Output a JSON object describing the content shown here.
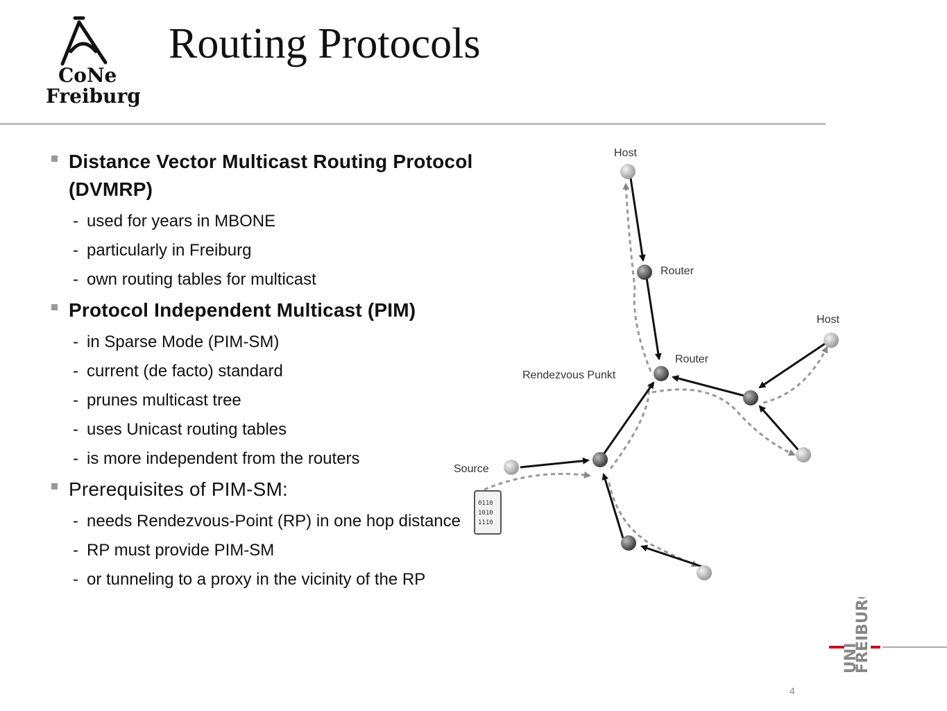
{
  "logo": {
    "line1": "CoNe",
    "line2": "Freiburg"
  },
  "slide": {
    "title": "Routing Protocols",
    "page_number": "4"
  },
  "bullets": [
    {
      "text": "Distance Vector Multicast Routing Protocol (DVMRP)",
      "bold": true,
      "subs": [
        "used for years in MBONE",
        "particularly in  Freiburg",
        "own routing tables for multicast"
      ]
    },
    {
      "text": "Protocol Independent Multicast (PIM)",
      "bold": true,
      "subs": [
        "in Sparse Mode (PIM-SM)",
        "current (de facto) standard",
        "prunes multicast tree",
        "uses Unicast routing tables",
        "is more independent from the routers"
      ]
    },
    {
      "text": "Prerequisites of PIM-SM:",
      "bold": false,
      "subs": [
        "needs Rendezvous-Point (RP) in one hop distance",
        "RP must provide PIM-SM",
        "or tunneling to a proxy in the vicinity of the RP"
      ]
    }
  ],
  "diagram": {
    "labels": {
      "host_top": "Host",
      "router_top": "Router",
      "host_right": "Host",
      "router_mid": "Router",
      "rendezvous": "Rendezvous Punkt",
      "source": "Source",
      "doc_line1": "0110",
      "doc_line2": "1010",
      "doc_line3": "1110"
    }
  },
  "university_mark": {
    "line1": "UNI",
    "line2": "FREIBURG"
  }
}
